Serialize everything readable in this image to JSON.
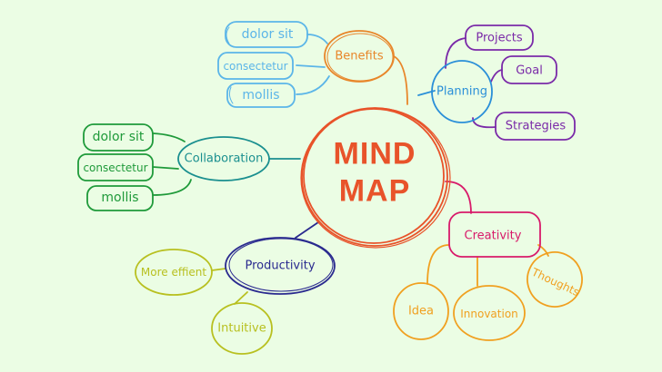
{
  "center": {
    "line1": "MIND",
    "line2": "MAP",
    "color": "#e8532a"
  },
  "branches": [
    {
      "id": "benefits",
      "label": "Benefits",
      "color": "#e8862a",
      "child_color": "#5bb5e8",
      "children": [
        "dolor sit",
        "consectetur",
        "mollis"
      ]
    },
    {
      "id": "planning",
      "label": "Planning",
      "color": "#2a8fd8",
      "child_color": "#7a2aa8",
      "children": [
        "Projects",
        "Goal",
        "Strategies"
      ]
    },
    {
      "id": "collaboration",
      "label": "Collaboration",
      "color": "#1a8f8f",
      "child_color": "#1f9a3a",
      "children": [
        "dolor sit",
        "consectetur",
        "mollis"
      ]
    },
    {
      "id": "productivity",
      "label": "Productivity",
      "color": "#2a2a8f",
      "child_color": "#b8c020",
      "children": [
        "More effient",
        "Intuitive"
      ]
    },
    {
      "id": "creativity",
      "label": "Creativity",
      "color": "#d81a6a",
      "child_color": "#f0a020",
      "children": [
        "Idea",
        "Innovation",
        "Thoughts"
      ]
    }
  ]
}
